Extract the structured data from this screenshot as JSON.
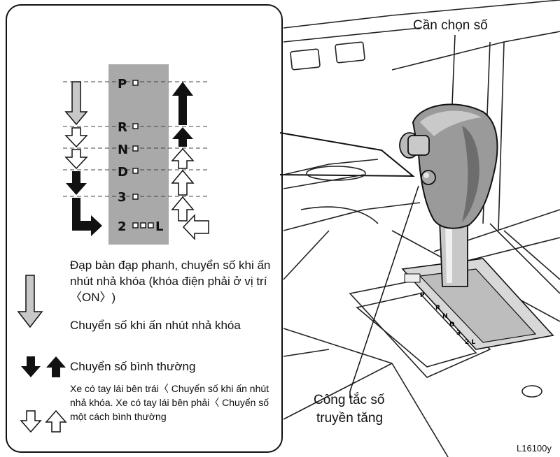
{
  "labels": {
    "selector_lever": "Cần chọn số",
    "overdrive_switch_line1": "Công tắc số",
    "overdrive_switch_line2": "truyền tăng",
    "figure_code": "L16100y"
  },
  "gate_positions": [
    "P",
    "R",
    "N",
    "D",
    "3",
    "2",
    "L"
  ],
  "legend": [
    {
      "icon": "gray-arrow-down",
      "text": "Đạp bàn đạp phanh, chuyển số khi ấn nhút nhả khóa (khóa điện phải ở vị trí 〈ON〉)"
    },
    {
      "icon": "outline-arrow-down",
      "text": "Chuyển số khi ấn nhút nhả khóa"
    },
    {
      "icon": "black-arrows-up-down",
      "text": "Chuyển số bình thường"
    },
    {
      "icon": "outline-arrows-up-down",
      "text": "Xe có tay lái bên trái〈 Chuyển số khi ấn nhút nhả khóa. Xe có tay lái bên phải〈 Chuyển số một cách bình thường"
    }
  ],
  "colors": {
    "gate": "#a9a9a9",
    "knob": "#9a9a9a",
    "line": "#111111"
  }
}
